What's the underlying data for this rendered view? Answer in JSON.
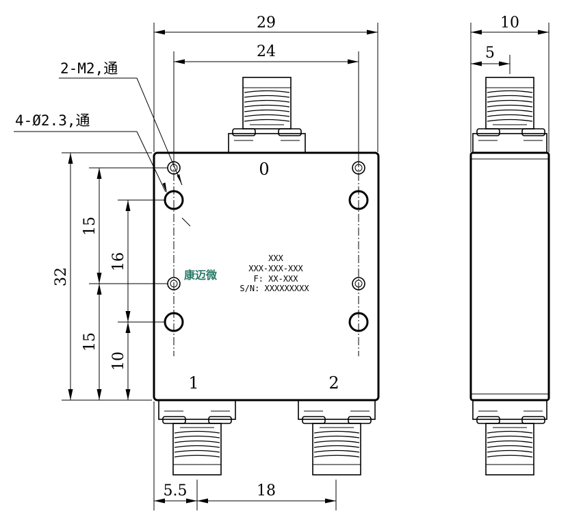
{
  "dimensions": {
    "top_width": "29",
    "top_hole_spacing": "24",
    "side_width": "10",
    "side_half": "5",
    "left_32": "32",
    "left_15_upper": "15",
    "left_15_lower": "15",
    "left_16": "16",
    "left_10": "10",
    "bottom_5_5": "5.5",
    "bottom_18": "18"
  },
  "notes": {
    "m2": "2-M2,通",
    "d23": "4-Ø2.3,通"
  },
  "ports": {
    "p0": "0",
    "p1": "1",
    "p2": "2"
  },
  "label": {
    "line1": "XXX",
    "line2": "XXX-XXX-XXX",
    "line3": "F: XX-XXX",
    "line4": "S/N: XXXXXXXXX"
  },
  "brand": {
    "name": "康迈微",
    "color": "#2a7a6a"
  }
}
